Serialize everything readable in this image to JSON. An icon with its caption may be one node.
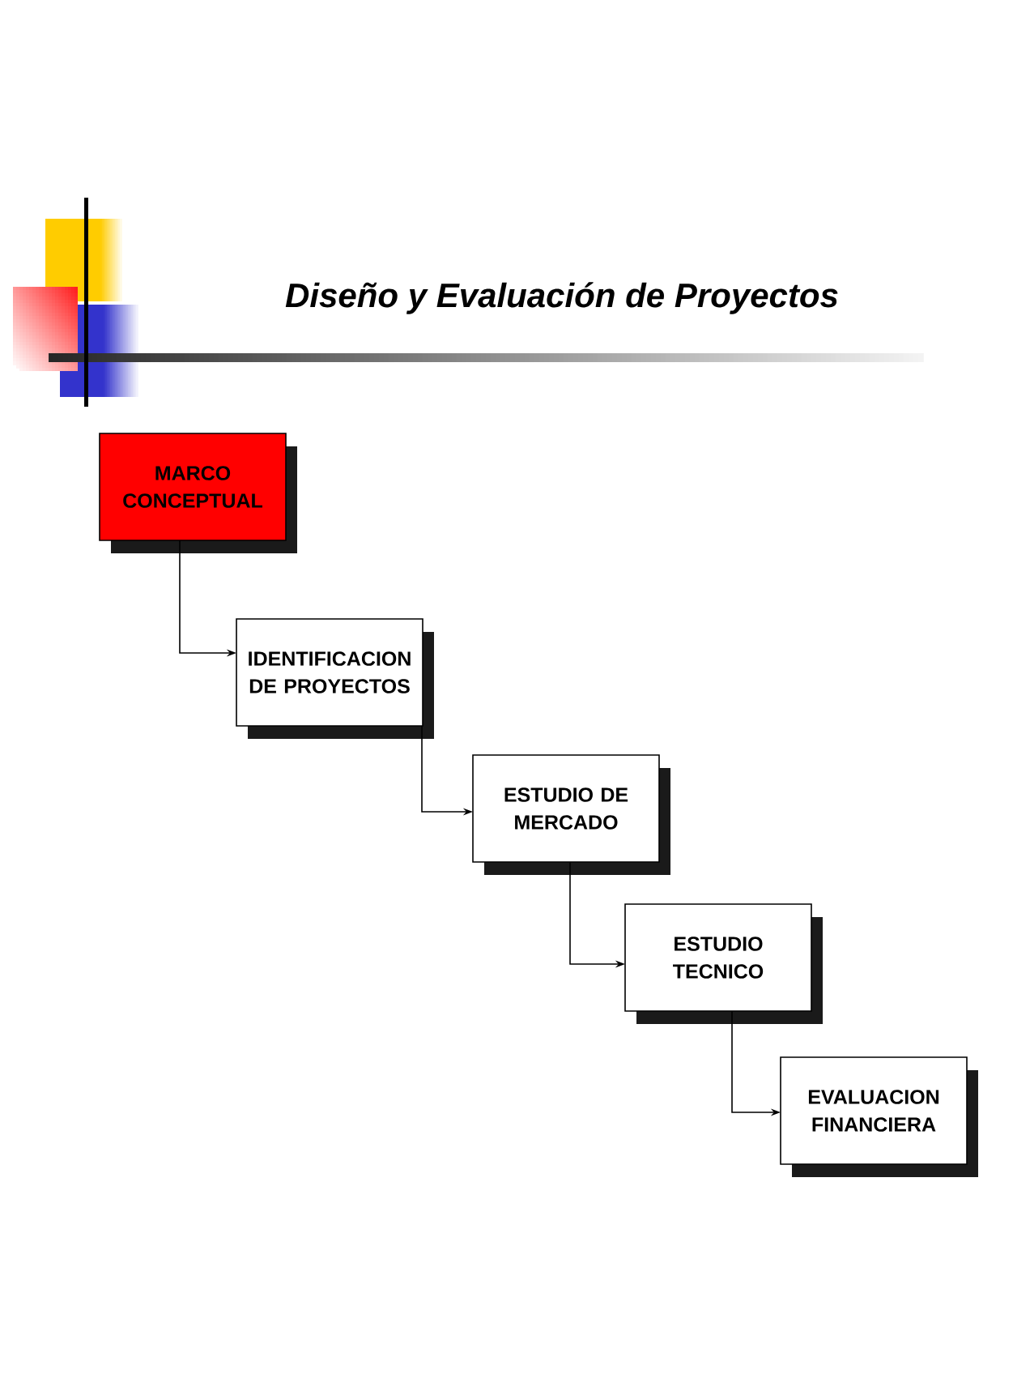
{
  "diagram": {
    "title": "Diseño y Evaluación de Proyectos",
    "nodes": [
      {
        "text": [
          "MARCO CONCEPTUAL"
        ]
      },
      {
        "text": [
          "IDENTIFICACION DE PROYECTOS"
        ]
      },
      {
        "text": [
          "ESTUDIO DE MERCADO"
        ]
      },
      {
        "text": [
          "ESTUDIO TECNICO"
        ]
      },
      {
        "text": [
          "EVALUACION FINANCIERA"
        ]
      }
    ],
    "edges": [
      {
        "from": 0,
        "to": 1,
        "arrow": "to"
      },
      {
        "from": 1,
        "to": 2,
        "arrow": "to"
      },
      {
        "from": 2,
        "to": 3,
        "arrow": "to"
      },
      {
        "from": 3,
        "to": 4,
        "arrow": "to"
      }
    ]
  }
}
